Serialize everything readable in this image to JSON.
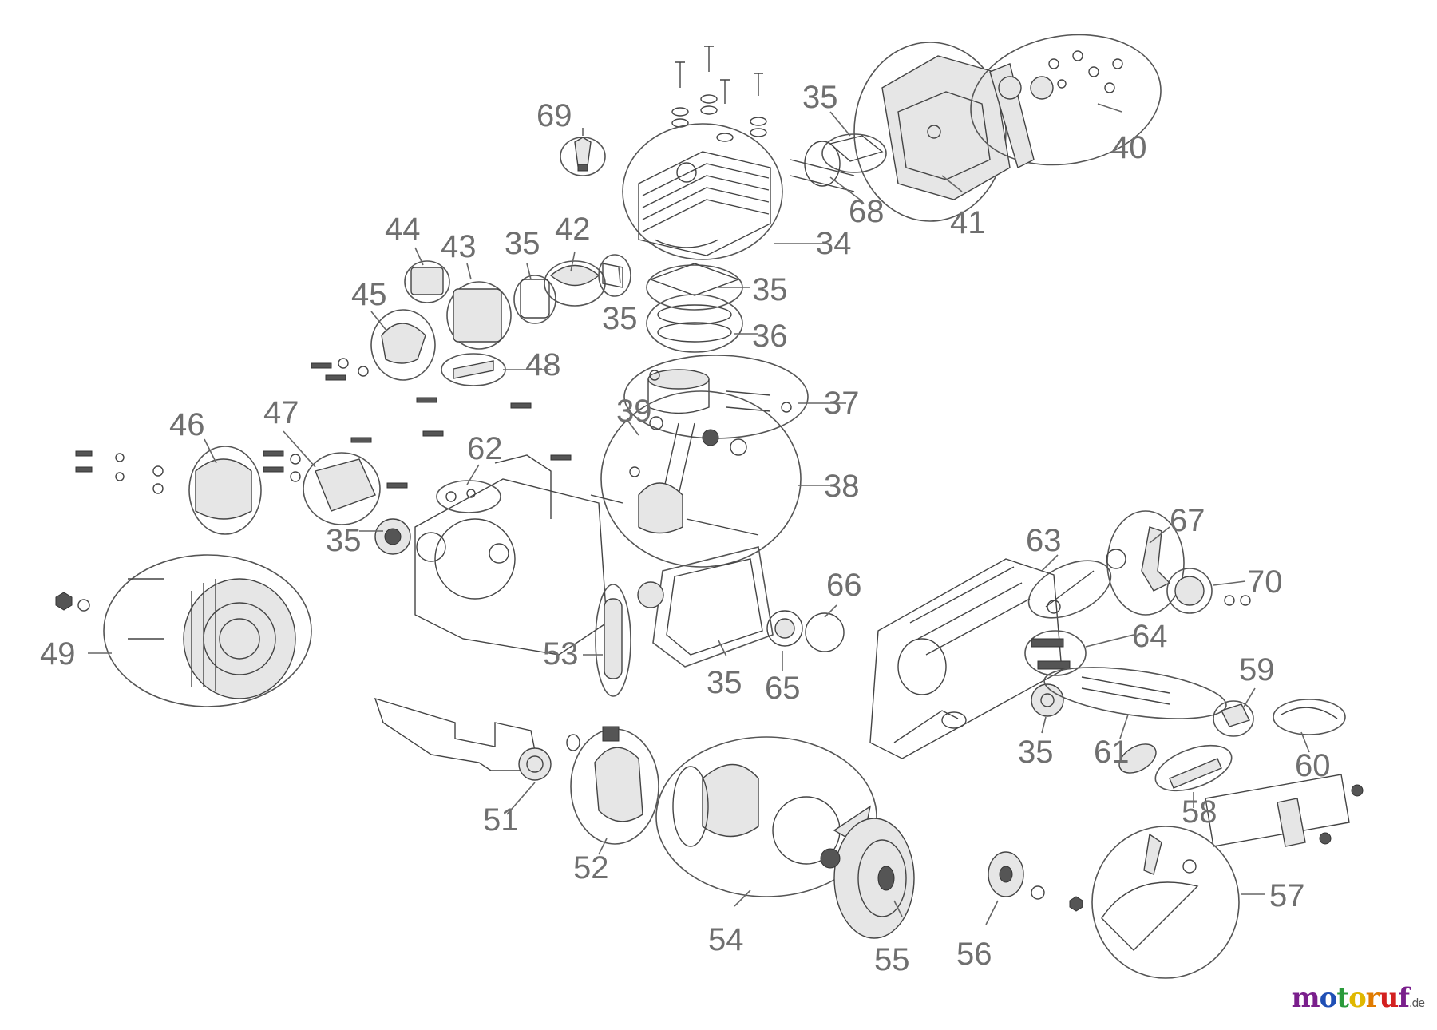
{
  "diagram": {
    "labels": [
      "69",
      "35",
      "40",
      "41",
      "68",
      "34",
      "44",
      "43",
      "35",
      "42",
      "35",
      "45",
      "35",
      "36",
      "48",
      "37",
      "39",
      "46",
      "47",
      "62",
      "38",
      "35",
      "63",
      "67",
      "70",
      "66",
      "49",
      "53",
      "35",
      "65",
      "64",
      "59",
      "35",
      "61",
      "60",
      "58",
      "51",
      "52",
      "54",
      "55",
      "56",
      "57"
    ],
    "watermark": {
      "letters": [
        {
          "ch": "m",
          "color": "#7a1f8c"
        },
        {
          "ch": "o",
          "color": "#1f4fb5"
        },
        {
          "ch": "t",
          "color": "#2a9a3a"
        },
        {
          "ch": "o",
          "color": "#e0b800"
        },
        {
          "ch": "r",
          "color": "#e07b00"
        },
        {
          "ch": "u",
          "color": "#d32020"
        },
        {
          "ch": "f",
          "color": "#7a1f8c"
        }
      ],
      "suffix": ".de"
    }
  }
}
